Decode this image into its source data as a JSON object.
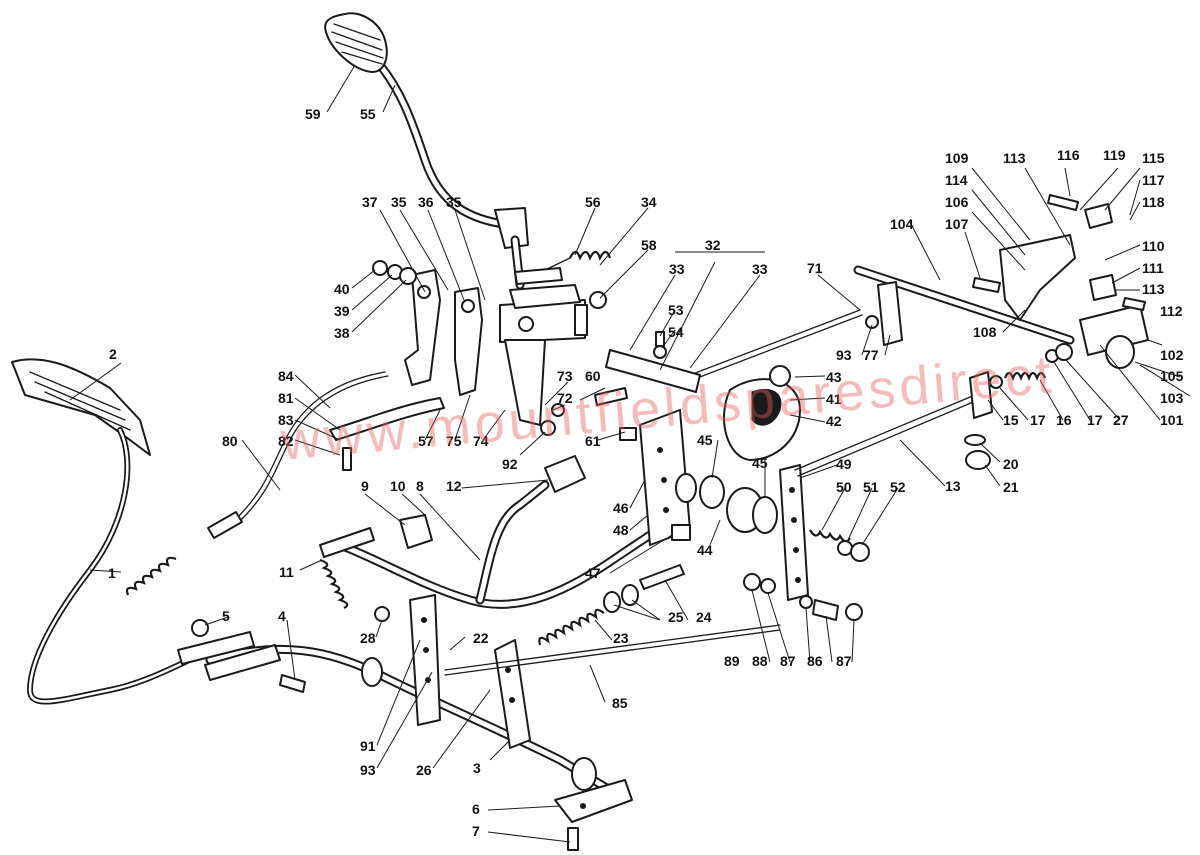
{
  "watermark": "www.mountfieldsparesdirect",
  "callouts": [
    "1",
    "2",
    "3",
    "4",
    "5",
    "6",
    "7",
    "8",
    "9",
    "10",
    "11",
    "12",
    "13",
    "15",
    "16",
    "17",
    "17",
    "20",
    "21",
    "22",
    "23",
    "24",
    "25",
    "26",
    "27",
    "28",
    "32",
    "33",
    "33",
    "34",
    "35",
    "35",
    "36",
    "37",
    "38",
    "39",
    "40",
    "41",
    "42",
    "43",
    "44",
    "45",
    "45",
    "46",
    "47",
    "48",
    "49",
    "50",
    "51",
    "52",
    "53",
    "54",
    "55",
    "56",
    "57",
    "58",
    "59",
    "60",
    "61",
    "71",
    "72",
    "73",
    "74",
    "75",
    "77",
    "80",
    "81",
    "82",
    "83",
    "84",
    "85",
    "86",
    "87",
    "87",
    "88",
    "89",
    "91",
    "92",
    "93",
    "93",
    "101",
    "102",
    "103",
    "104",
    "105",
    "106",
    "107",
    "108",
    "109",
    "110",
    "111",
    "112",
    "113",
    "113",
    "114",
    "115",
    "116",
    "117",
    "118",
    "119"
  ],
  "colors": {
    "line": "#1a1a1a",
    "background": "#ffffff",
    "watermark": "#e85c5c"
  }
}
